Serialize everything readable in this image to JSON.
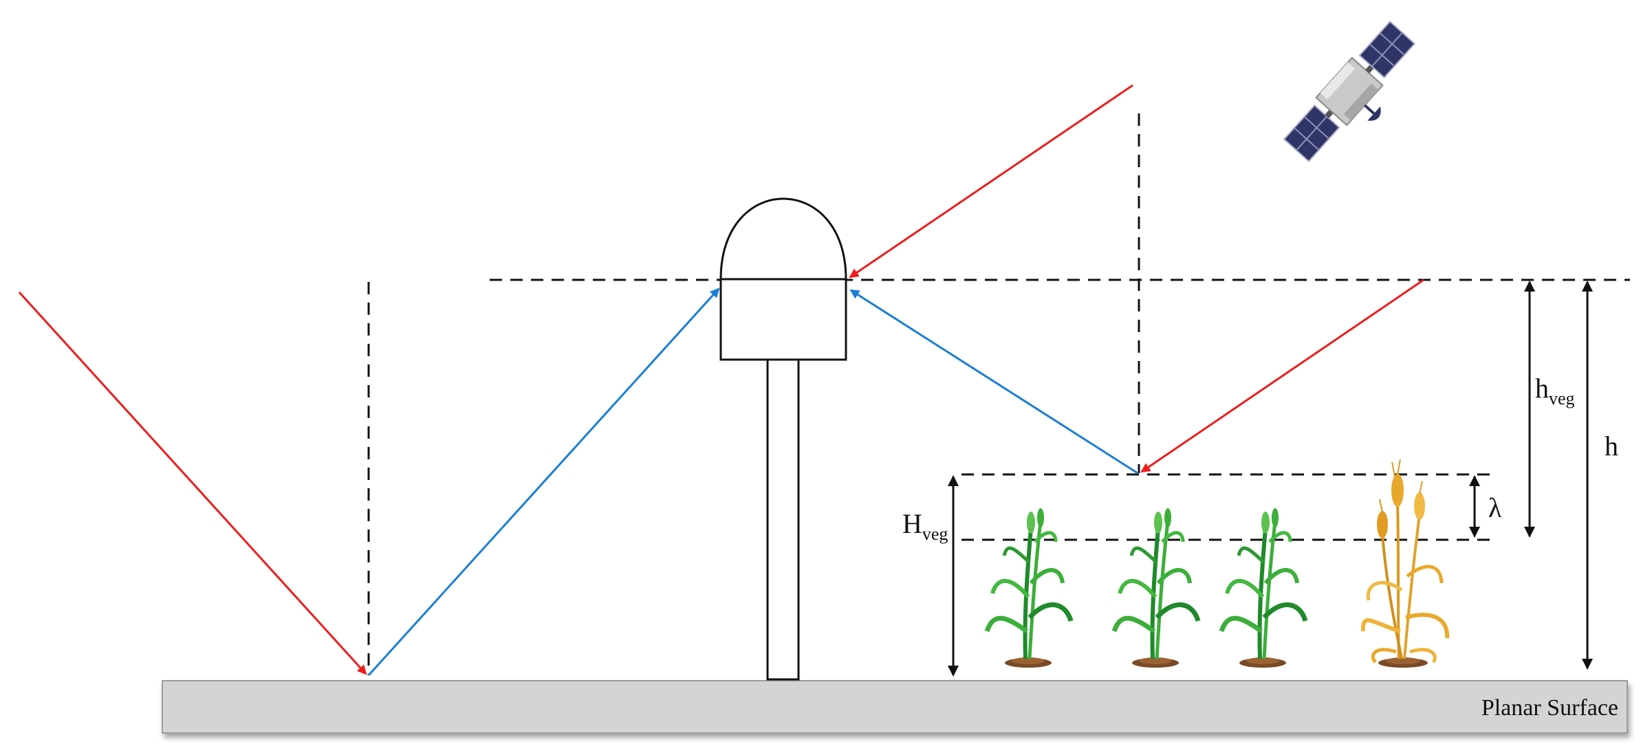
{
  "labels": {
    "surface": "Planar Surface",
    "h": "h",
    "h_veg_main": "h",
    "h_veg_sub": "veg",
    "H_veg_main": "H",
    "H_veg_sub": "veg",
    "lambda": "λ"
  },
  "colors": {
    "incident_signal": "#ee1c1c",
    "reflected_signal": "#1a7fd4",
    "guide_lines": "#111111",
    "surface_fill": "#d4d4d4",
    "plant_green": "#3cae3a",
    "plant_dark_green": "#1f8a2a",
    "plant_golden": "#e8a92a",
    "satellite_panel": "#2f3566",
    "satellite_body": "#c9c9c9"
  },
  "icons": {
    "satellite": "satellite-icon",
    "antenna": "gnss-antenna-icon",
    "plants": [
      "green-plant-icon",
      "green-plant-icon",
      "green-plant-icon",
      "golden-wheat-icon"
    ]
  }
}
